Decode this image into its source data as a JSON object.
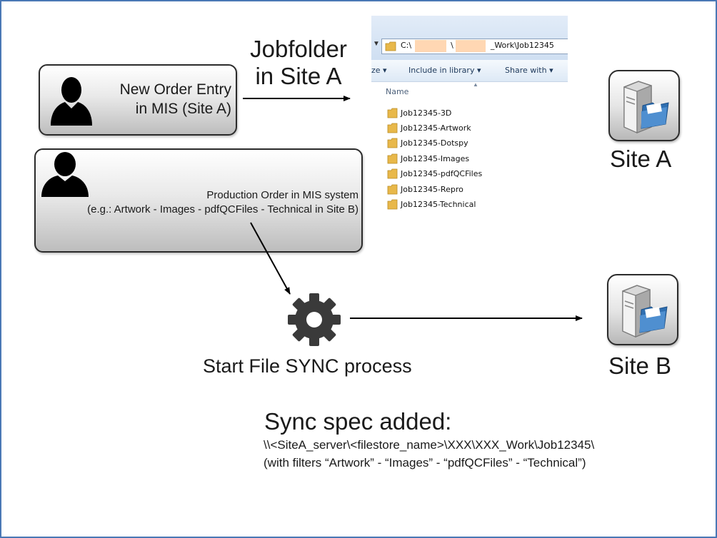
{
  "order_entry": {
    "line1": "New Order Entry",
    "line2": "in MIS (Site A)"
  },
  "production_order": {
    "line1": "Production Order in MIS system",
    "line2": "(e.g.: Artwork - Images - pdfQCFiles - Technical in Site B)"
  },
  "jobfolder": {
    "line1": "Jobfolder",
    "line2": "in Site A"
  },
  "explorer": {
    "address_parts": [
      "C:\\",
      "\\",
      "_Work\\Job12345"
    ],
    "toolbar": {
      "organize_partial": "ze ▾",
      "include": "Include in library ▾",
      "share": "Share with ▾"
    },
    "column_header": "Name",
    "folders": [
      "Job12345-3D",
      "Job12345-Artwork",
      "Job12345-Dotspy",
      "Job12345-Images",
      "Job12345-pdfQCFiles",
      "Job12345-Repro",
      "Job12345-Technical"
    ]
  },
  "site_a": {
    "label": "Site A",
    "icon": "server-folder-icon"
  },
  "site_b": {
    "label": "Site B",
    "icon": "server-folder-icon"
  },
  "sync": {
    "label": "Start File SYNC process",
    "icon": "gear-icon"
  },
  "spec": {
    "title": "Sync spec added:",
    "path": "\\\\<SiteA_server\\<filestore_name>\\XXX\\XXX_Work\\Job12345\\",
    "filters": "(with filters “Artwork” - “Images” - “pdfQCFiles” - “Technical”)"
  },
  "colors": {
    "frame": "#4a78b5",
    "redaction": "#ffd7b3",
    "folder": "#e8b84a"
  }
}
